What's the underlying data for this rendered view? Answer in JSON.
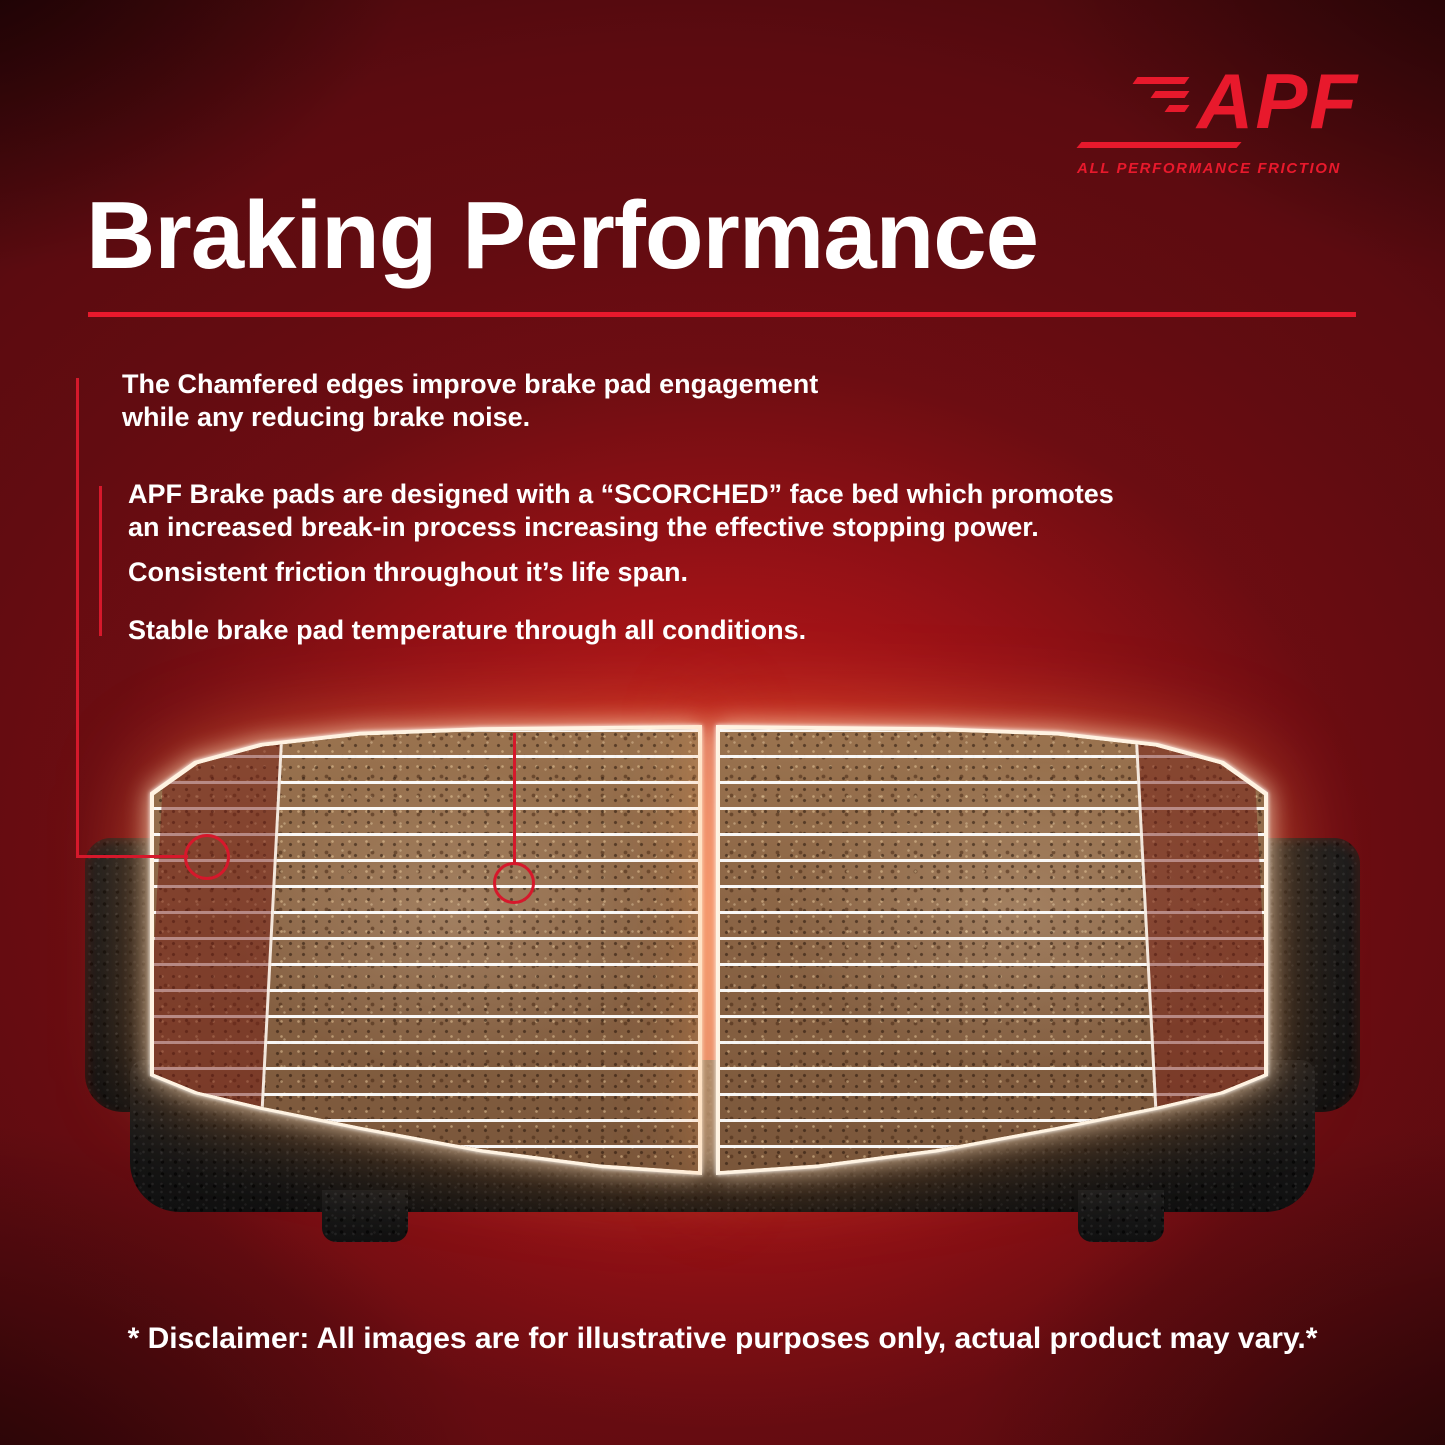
{
  "logo": {
    "apf": "APF",
    "tagline": "ALL PERFORMANCE FRICTION"
  },
  "heading": "Braking Performance",
  "bullets": [
    "The Chamfered edges improve brake pad engagement while any reducing brake noise.",
    "APF Brake pads are designed with a “SCORCHED” face bed which promotes an increased break-in process increasing the effective stopping power.",
    "Consistent friction throughout it’s life span.",
    "Stable brake pad temperature through all conditions."
  ],
  "disclaimer": "* Disclaimer: All images are for illustrative purposes only, actual product may vary.*",
  "colors": {
    "accent": "#e8192c",
    "callout": "#d6182b",
    "heading_text": "#ffffff"
  }
}
